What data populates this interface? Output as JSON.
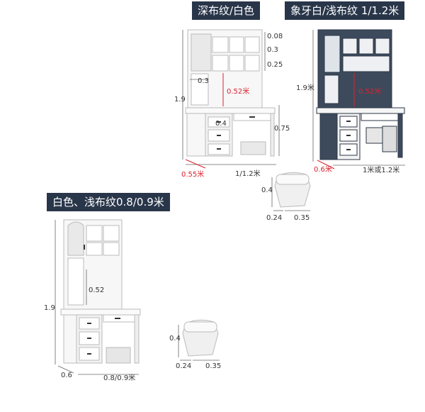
{
  "labels": {
    "dark_white": "深布纹/白色",
    "ivory_light": "象牙白/浅布纹 1/1.2米",
    "white_light": "白色、浅布纹0.8/0.9米"
  },
  "desk1": {
    "top_gap": "0.08",
    "shelf_h": "0.3",
    "shelf_low": "0.25",
    "side_shelf": "0.3",
    "mid_gap": "0.52米",
    "height": "1.9",
    "drawer_h": "0.4",
    "desk_h": "0.75",
    "depth": "0.55米",
    "width": "1/1.2米"
  },
  "desk2": {
    "height": "1.9米",
    "mid_gap": "0.52米",
    "depth": "0.6米",
    "width": "1米或1.2米"
  },
  "stool1": {
    "h": "0.4",
    "d": "0.24",
    "w": "0.35"
  },
  "desk3": {
    "height": "1.9",
    "mid_gap": "0.52",
    "depth": "0.6",
    "width": "0.8/0.9米"
  },
  "stool2": {
    "h": "0.4",
    "d": "0.24",
    "w": "0.35"
  },
  "colors": {
    "tag_bg": "#29364a",
    "red": "#d9232e",
    "dark_panel": "#3d4a5c"
  }
}
